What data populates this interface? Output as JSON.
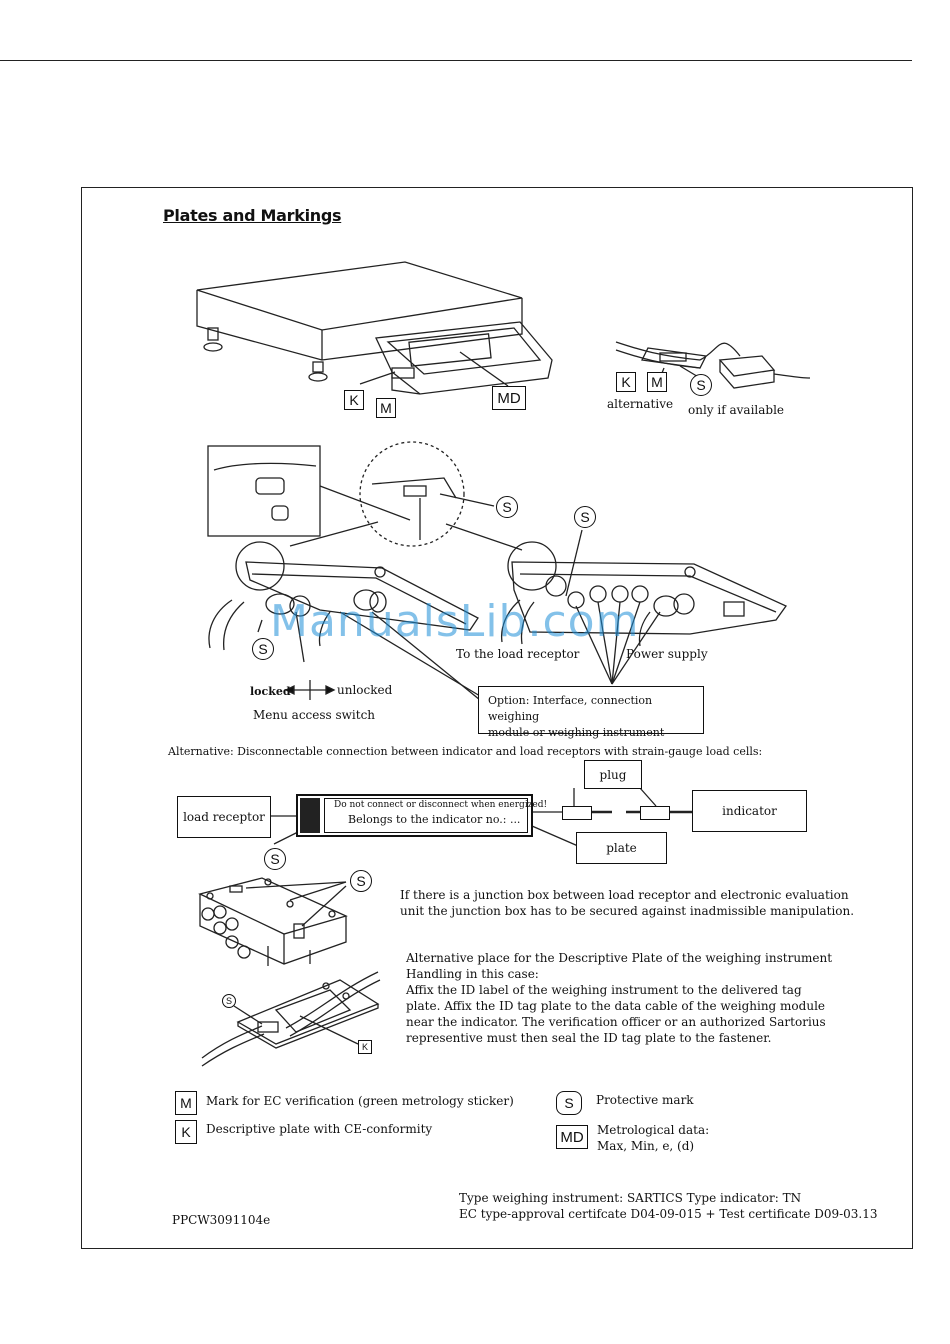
{
  "page": {
    "title": "Plates and Markings",
    "watermark": "ManualsLib.com",
    "doc_code": "PPCW3091104e"
  },
  "figure1": {
    "k": "K",
    "m": "M",
    "md": "MD",
    "k2": "K",
    "m2": "M",
    "s2": "S",
    "alternative": "alternative",
    "only_if_available": "only if available"
  },
  "figure2": {
    "s_a": "S",
    "s_b": "S",
    "s_c": "S",
    "locked": "locked",
    "unlocked": "unlocked",
    "menu_access_switch": "Menu access switch",
    "to_load_receptor": "To the load receptor",
    "power_supply": "Power supply",
    "option_line1": "Option: Interface, connection weighing",
    "option_line2": "module or weighing instrument"
  },
  "figure3": {
    "caption": "Alternative: Disconnectable connection between indicator and load receptors with strain-gauge load cells:",
    "load_receptor": "load receptor",
    "warning": "Do not connect or disconnect when energized!",
    "belongs": "Belongs to the indicator no.: ...",
    "plug": "plug",
    "indicator": "indicator",
    "plate": "plate",
    "s": "S"
  },
  "figure4": {
    "s": "S",
    "junction_line1": "If there is a junction box between load receptor and electronic evaluation",
    "junction_line2": "unit the junction box has to be secured against inadmissible manipulation."
  },
  "figure5": {
    "s": "S",
    "k": "K",
    "lines": [
      "Alternative place for the Descriptive Plate of the weighing instrument",
      "Handling in this case:",
      "Affix the ID label of the weighing instrument to the delivered tag",
      "plate. Affix the ID tag plate to the data cable of the weighing module",
      "near the indicator. The verification officer or an authorized Sartorius",
      "representive must then seal the ID tag plate to the fastener."
    ]
  },
  "legend": {
    "m_symbol": "M",
    "m_text": "Mark for EC verification (green metrology sticker)",
    "k_symbol": "K",
    "k_text": "Descriptive plate with CE-conformity",
    "s_symbol": "S",
    "s_text": "Protective mark",
    "md_symbol": "MD",
    "md_text_line1": "Metrological data:",
    "md_text_line2": "Max, Min, e, (d)"
  },
  "footer": {
    "type_line": "Type weighing instrument:  SARTICS   Type indicator: TN",
    "cert_line": "EC type-approval certifcate D04-09-015 + Test certificate D09-03.13"
  }
}
